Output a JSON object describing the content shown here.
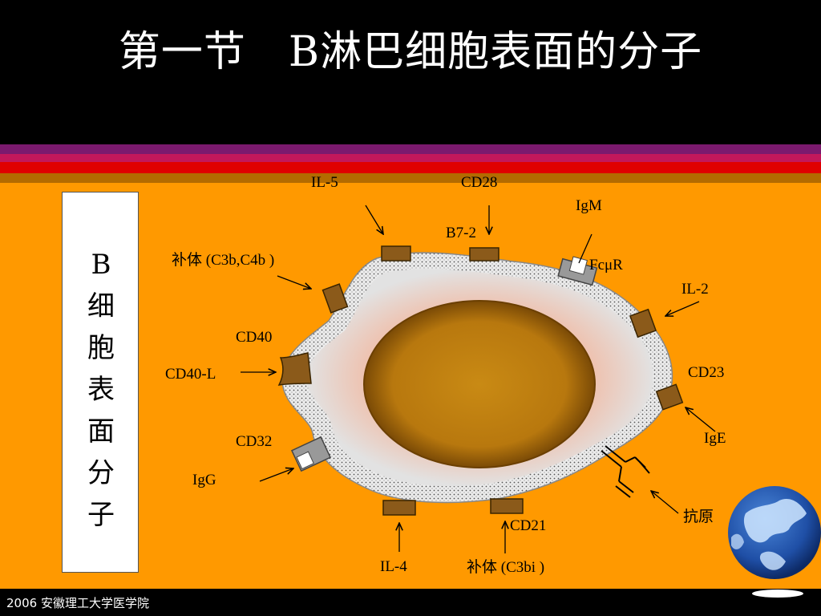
{
  "slide": {
    "title": "第一节　B淋巴细胞表面的分子",
    "side_label": [
      "B",
      "细",
      "胞",
      "表",
      "面",
      "分",
      "子"
    ],
    "footer": "2006 安徽理工大学医学院"
  },
  "labels": {
    "il5": "IL-5",
    "cd28": "CD28",
    "igm": "IgM",
    "b72": "B7-2",
    "fcmr": "FcμR",
    "complement_top": "补体  (C3b,C4b )",
    "il2": "IL-2",
    "cd40": "CD40",
    "cd40l": "CD40-L",
    "cd23": "CD23",
    "cd32": "CD32",
    "ige": "IgE",
    "igg": "IgG",
    "antigen": "抗原",
    "cd21": "CD21",
    "il4": "IL-4",
    "complement_bottom": "补体  (C3bi )"
  },
  "colors": {
    "background": "#ff9900",
    "receptor": "#8b5a1a",
    "nucleus": "#b8780e",
    "cell": "#d9d9d9"
  }
}
